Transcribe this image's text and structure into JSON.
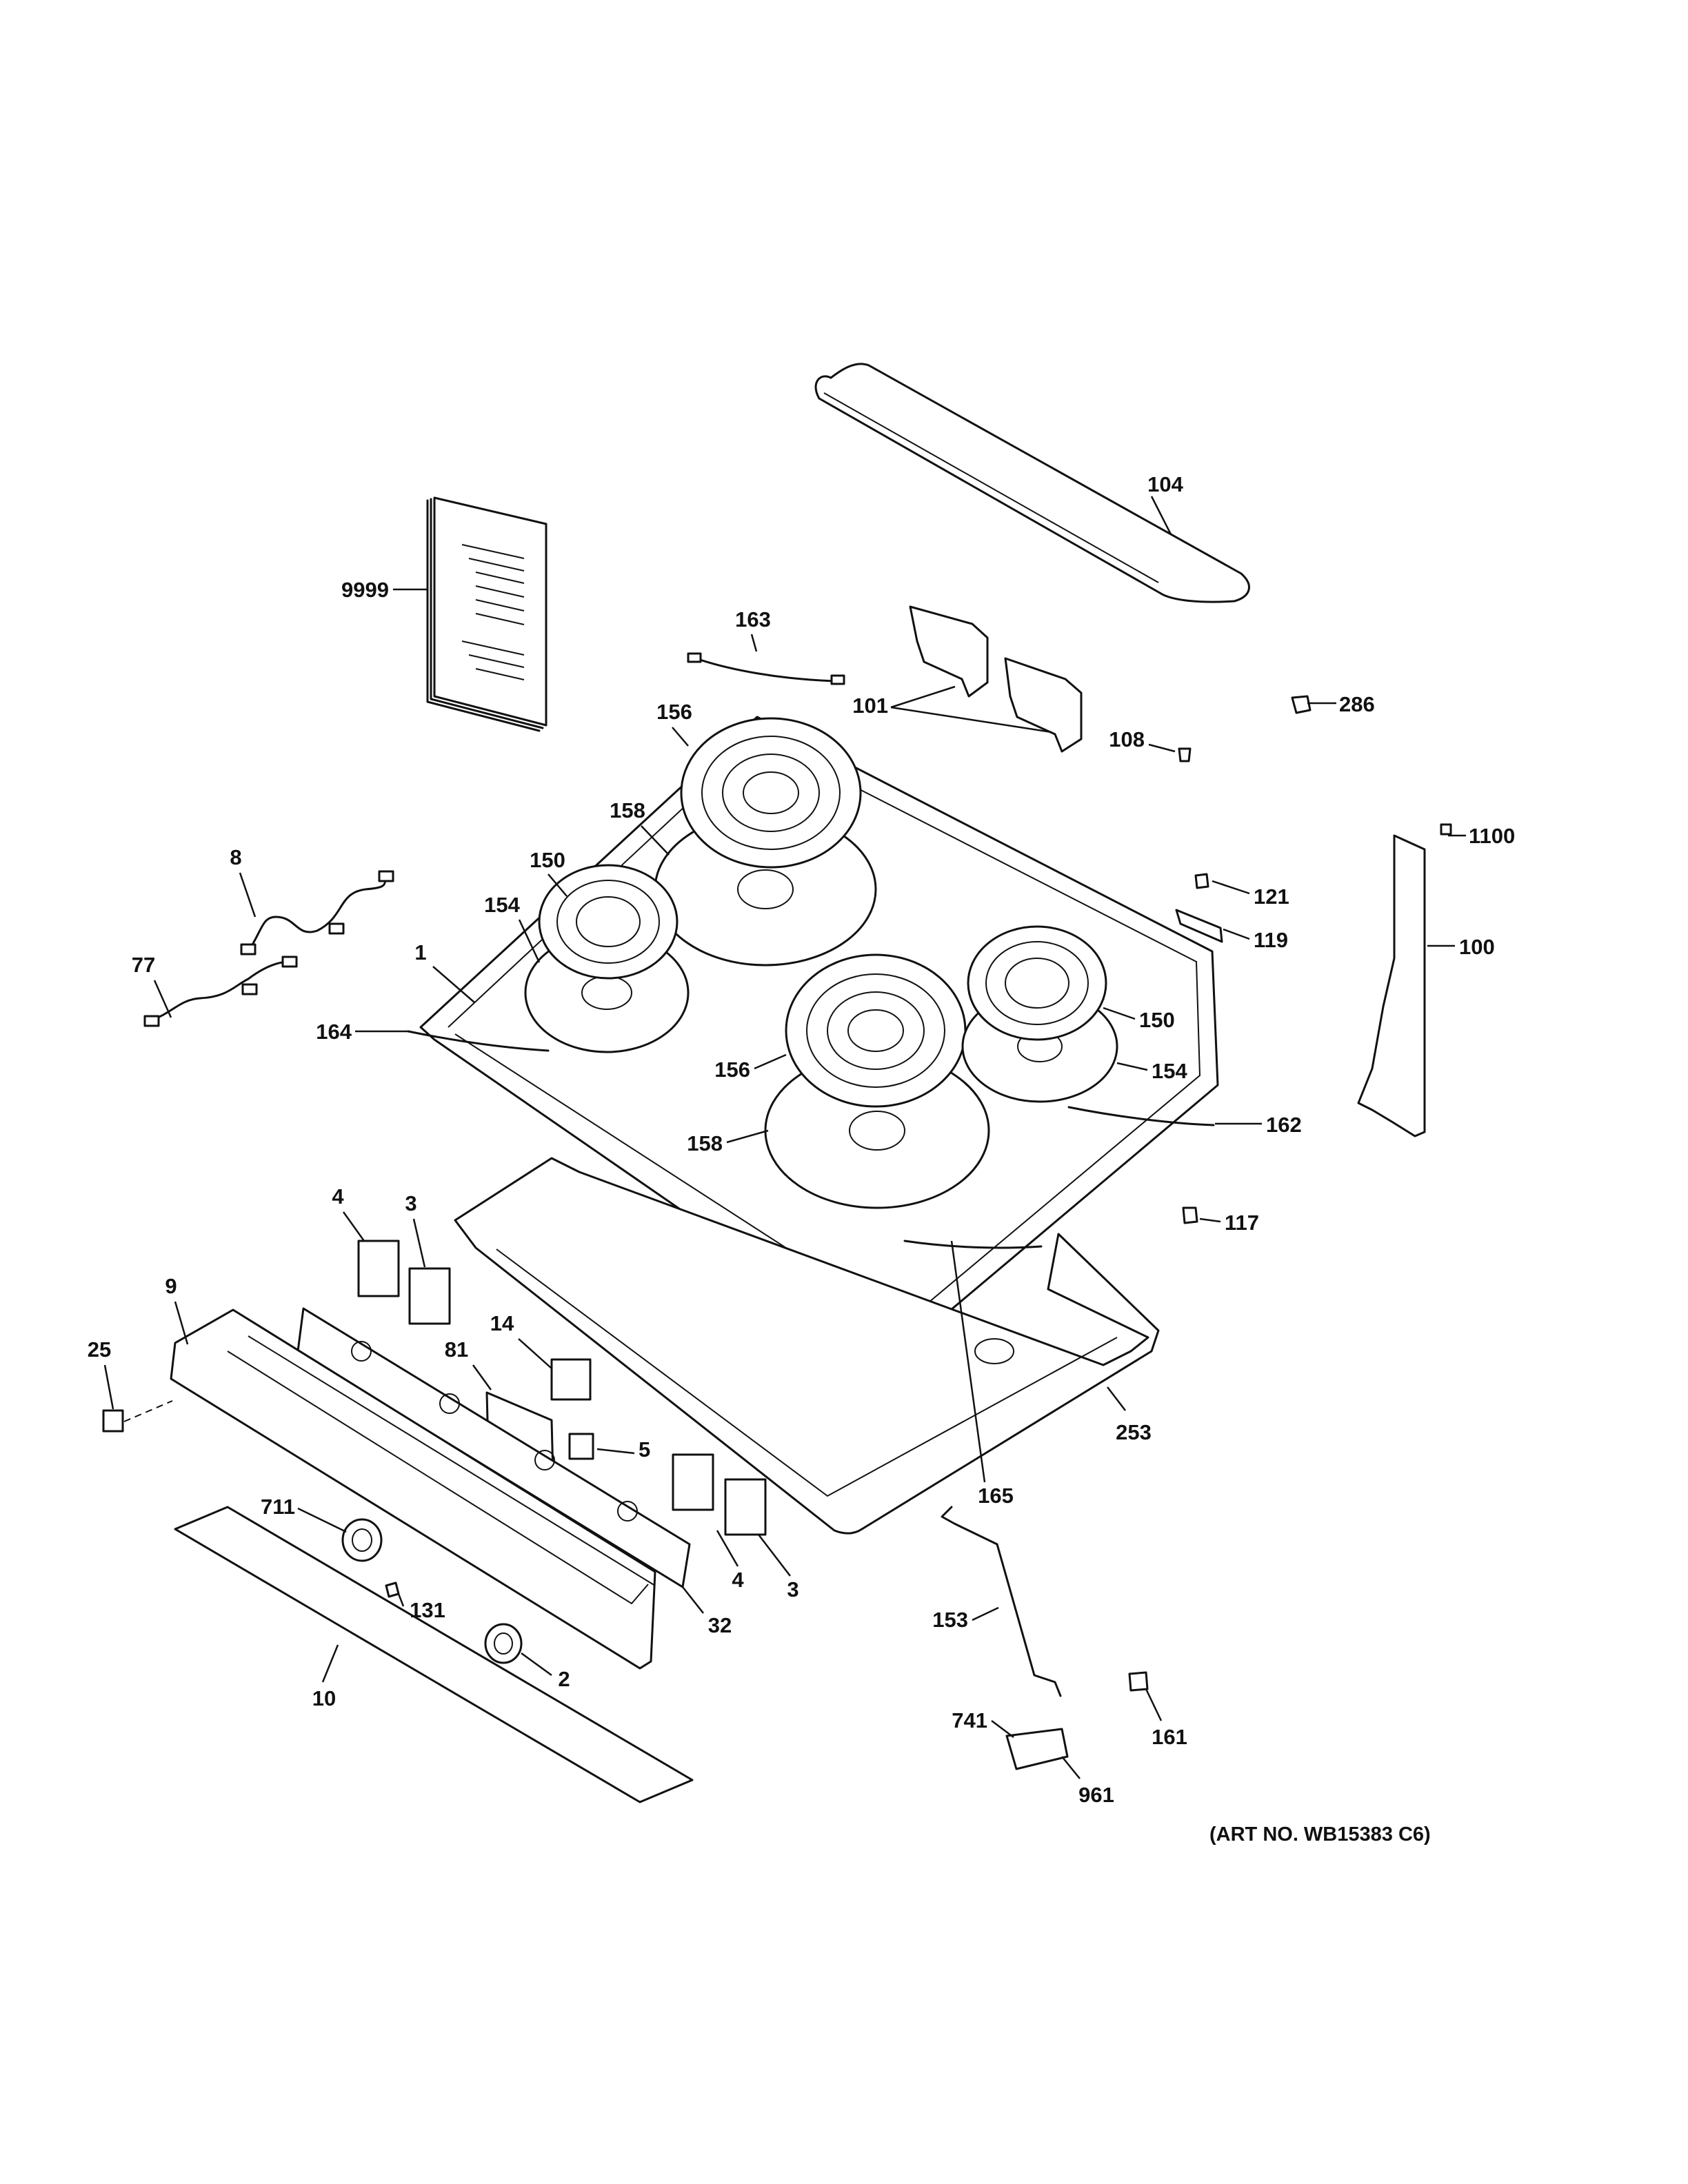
{
  "callouts": [
    {
      "id": "c104",
      "text": "104"
    },
    {
      "id": "c9999",
      "text": "9999"
    },
    {
      "id": "c163",
      "text": "163"
    },
    {
      "id": "c101",
      "text": "101"
    },
    {
      "id": "c286",
      "text": "286"
    },
    {
      "id": "c108",
      "text": "108"
    },
    {
      "id": "c156a",
      "text": "156"
    },
    {
      "id": "c158a",
      "text": "158"
    },
    {
      "id": "c8",
      "text": "8"
    },
    {
      "id": "c150a",
      "text": "150"
    },
    {
      "id": "c1100",
      "text": "1100"
    },
    {
      "id": "c121",
      "text": "121"
    },
    {
      "id": "c154a",
      "text": "154"
    },
    {
      "id": "c119",
      "text": "119"
    },
    {
      "id": "c100",
      "text": "100"
    },
    {
      "id": "c77",
      "text": "77"
    },
    {
      "id": "c1",
      "text": "1"
    },
    {
      "id": "c150b",
      "text": "150"
    },
    {
      "id": "c164",
      "text": "164"
    },
    {
      "id": "c154b",
      "text": "154"
    },
    {
      "id": "c156b",
      "text": "156"
    },
    {
      "id": "c162",
      "text": "162"
    },
    {
      "id": "c158b",
      "text": "158"
    },
    {
      "id": "c4a",
      "text": "4"
    },
    {
      "id": "c3a",
      "text": "3"
    },
    {
      "id": "c117",
      "text": "117"
    },
    {
      "id": "c9",
      "text": "9"
    },
    {
      "id": "c14",
      "text": "14"
    },
    {
      "id": "c25",
      "text": "25"
    },
    {
      "id": "c81",
      "text": "81"
    },
    {
      "id": "c253",
      "text": "253"
    },
    {
      "id": "c5",
      "text": "5"
    },
    {
      "id": "c165",
      "text": "165"
    },
    {
      "id": "c711",
      "text": "711"
    },
    {
      "id": "c4b",
      "text": "4"
    },
    {
      "id": "c3b",
      "text": "3"
    },
    {
      "id": "c131",
      "text": "131"
    },
    {
      "id": "c32",
      "text": "32"
    },
    {
      "id": "c153",
      "text": "153"
    },
    {
      "id": "c10",
      "text": "10"
    },
    {
      "id": "c2",
      "text": "2"
    },
    {
      "id": "c741",
      "text": "741"
    },
    {
      "id": "c161",
      "text": "161"
    },
    {
      "id": "c961",
      "text": "961"
    }
  ],
  "art_number": "(ART NO. WB15383 C6)"
}
